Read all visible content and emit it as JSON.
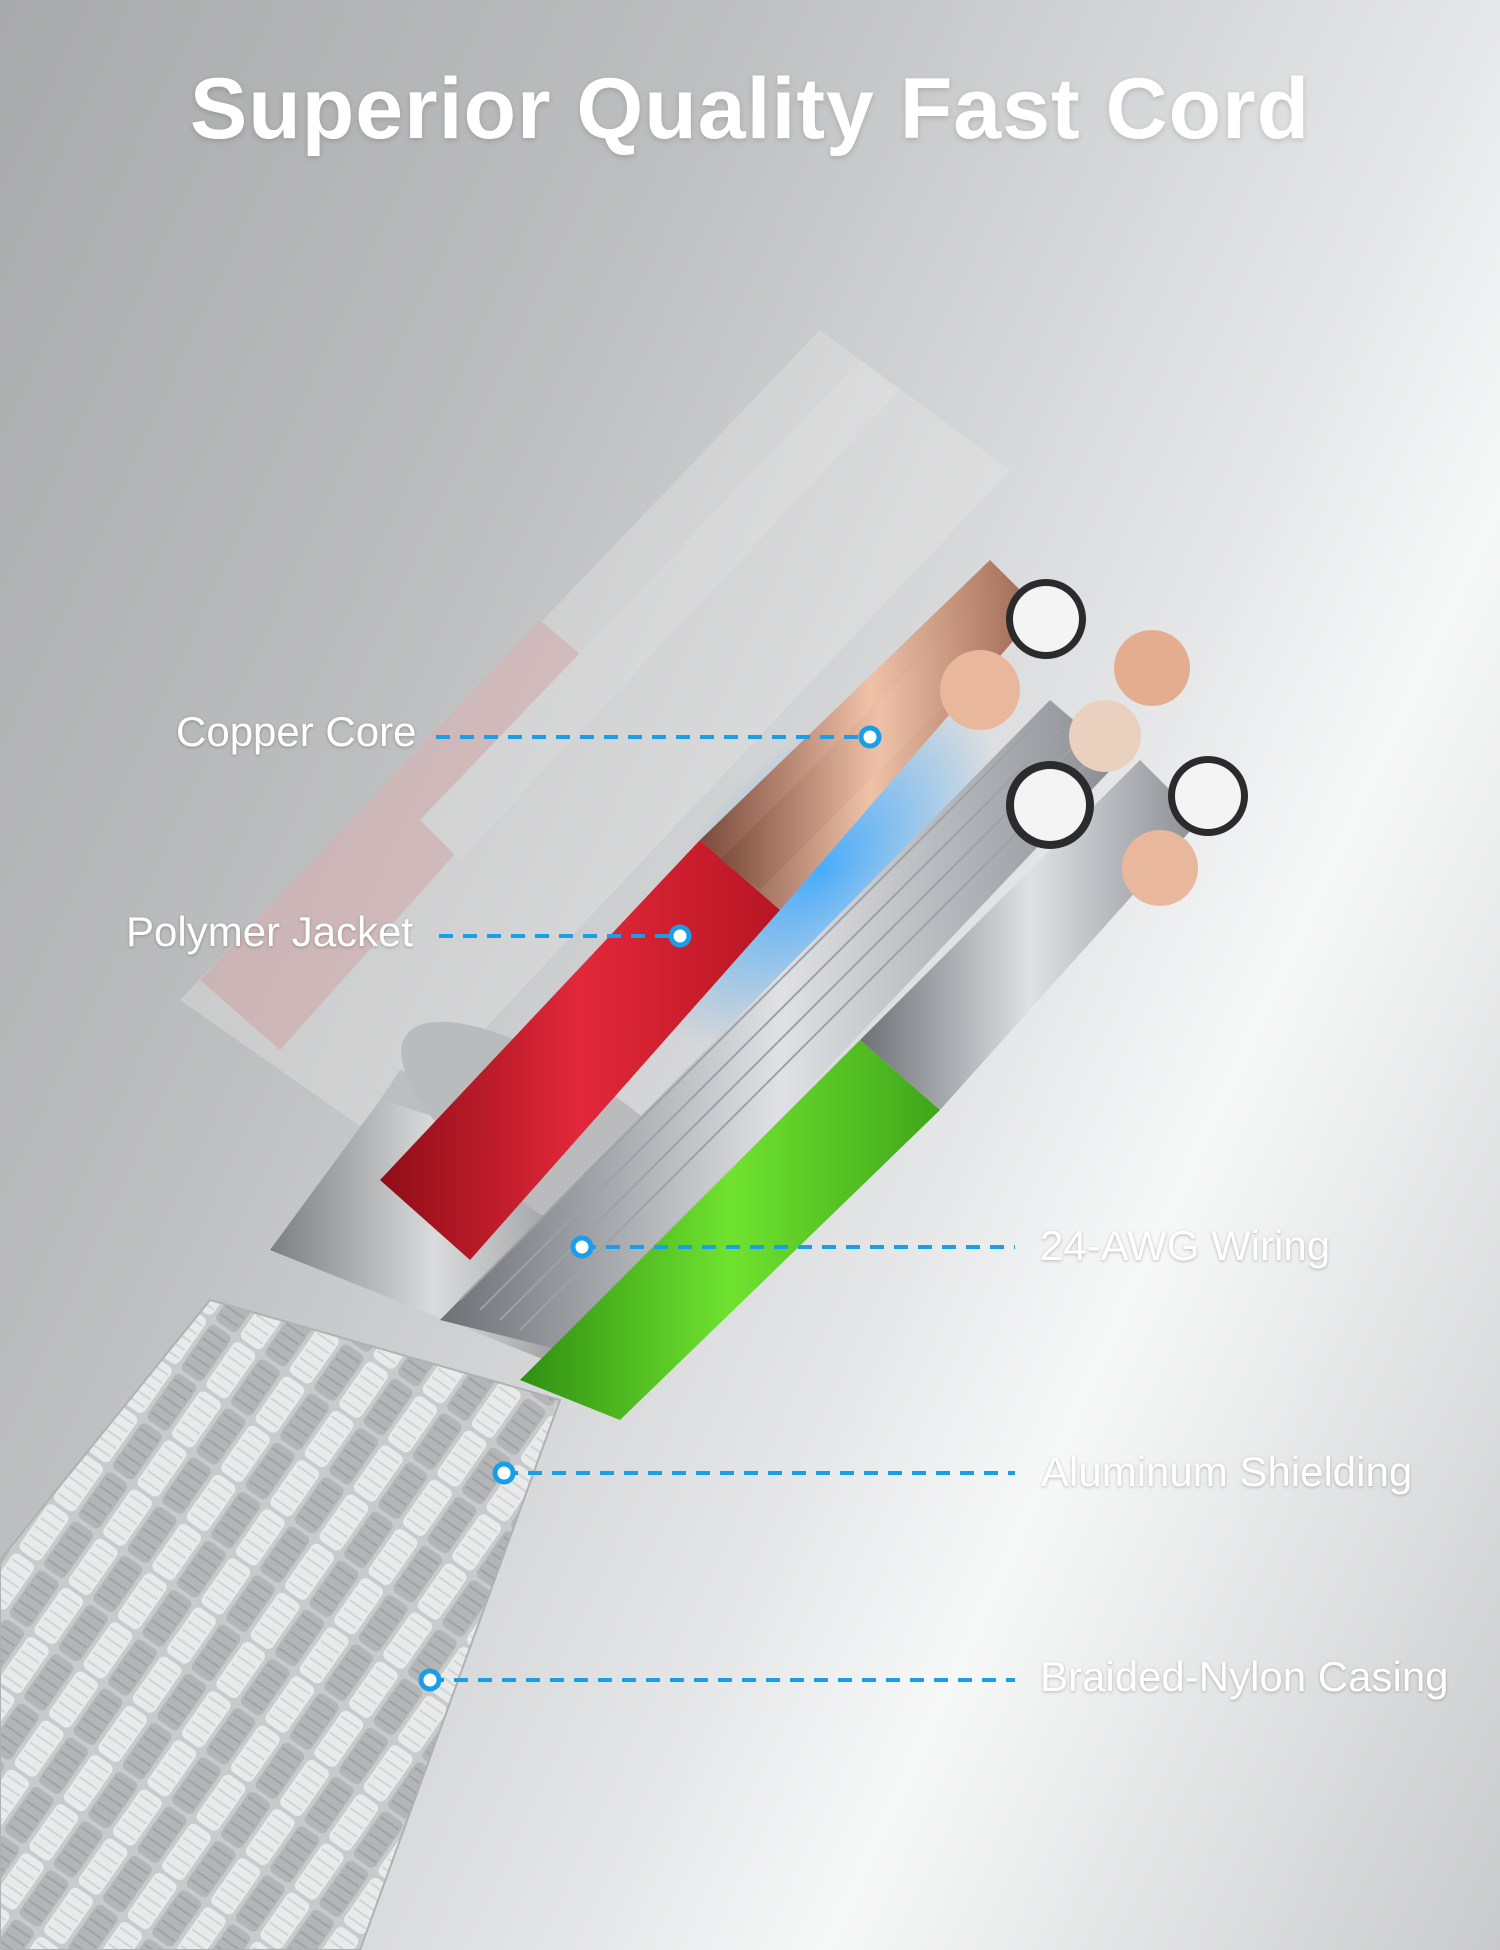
{
  "title": "Superior Quality Fast Cord",
  "labels": {
    "copper_core": "Copper Core",
    "polymer_jacket": "Polymer Jacket",
    "awg_wiring": "24-AWG Wiring",
    "aluminum_shielding": "Aluminum Shielding",
    "braided_casing": "Braided-Nylon Casing"
  },
  "colors": {
    "leader_line": "#1a9ee8",
    "red_wire": "#d81f2c",
    "green_wire": "#52c71c",
    "copper": "#e9b79c"
  }
}
